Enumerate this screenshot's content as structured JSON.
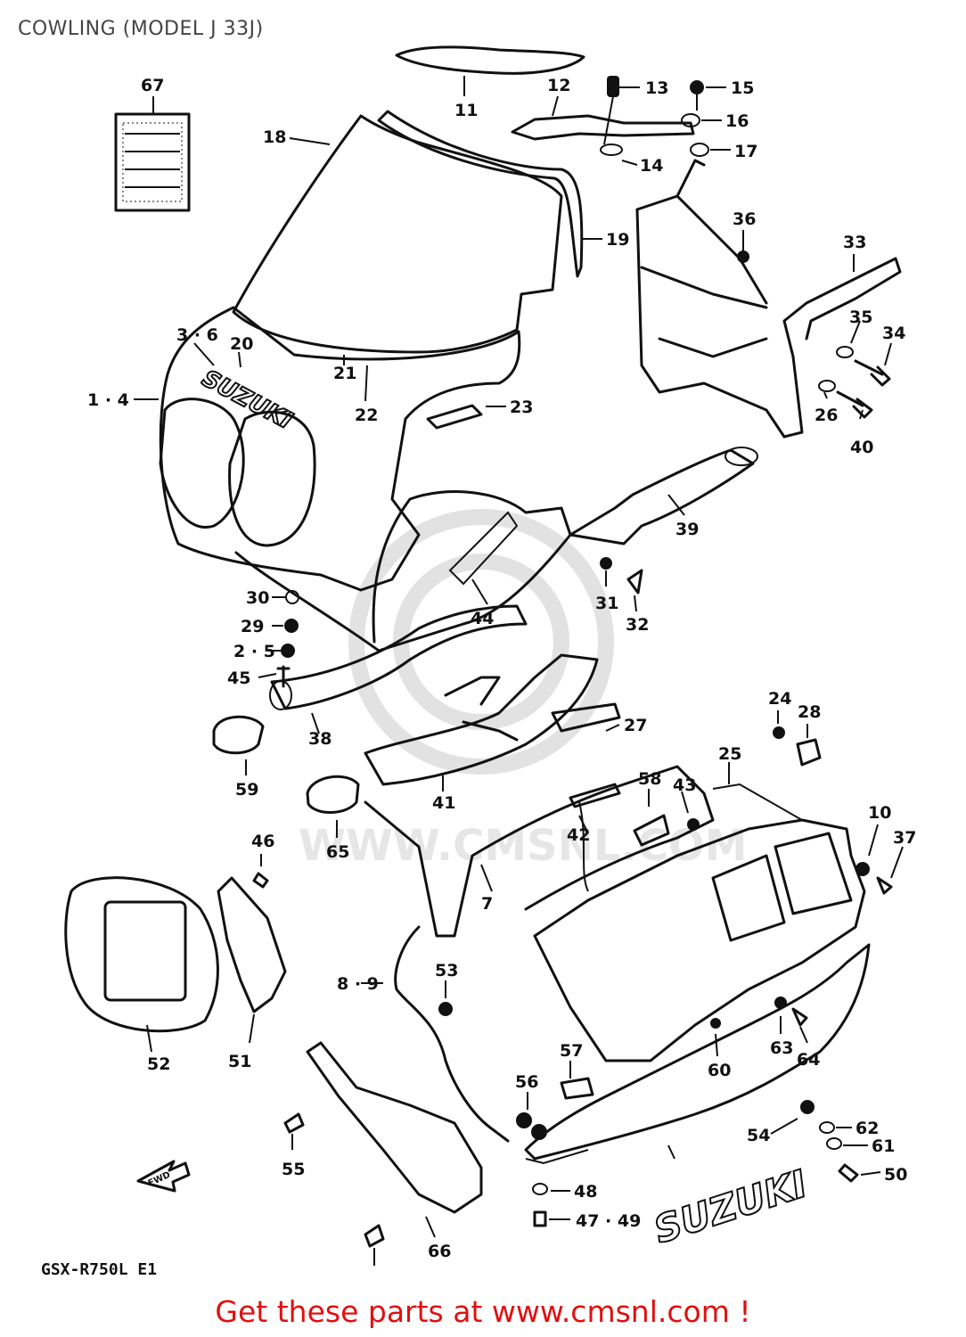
{
  "title": "COWLING (MODEL J 33J)",
  "model_code": "GSX-R750L E1",
  "watermark_text": "WWW.CMSNL.COM",
  "emboss": {
    "brand": "SUZUKI",
    "fwd": "FWD"
  },
  "cta": "Get these parts at www.cmsnl.com !",
  "colors": {
    "cta": "#e01010",
    "ink": "#111111",
    "title": "#444444",
    "watermark": "#e2e2e2"
  },
  "callouts": [
    "11",
    "12",
    "13",
    "15",
    "16",
    "17",
    "14",
    "67",
    "18",
    "19",
    "36",
    "33",
    "35",
    "34",
    "3 · 6",
    "20",
    "1 · 4",
    "21",
    "22",
    "23",
    "26",
    "40",
    "39",
    "31",
    "32",
    "30",
    "29",
    "2 · 5",
    "45",
    "44",
    "24",
    "28",
    "38",
    "27",
    "25",
    "59",
    "41",
    "58",
    "43",
    "42",
    "10",
    "37",
    "46",
    "65",
    "7",
    "8 · 9",
    "53",
    "52",
    "51",
    "60",
    "63",
    "64",
    "57",
    "56",
    "55",
    "54",
    "62",
    "61",
    "50",
    "48",
    "47 · 49",
    "66"
  ]
}
